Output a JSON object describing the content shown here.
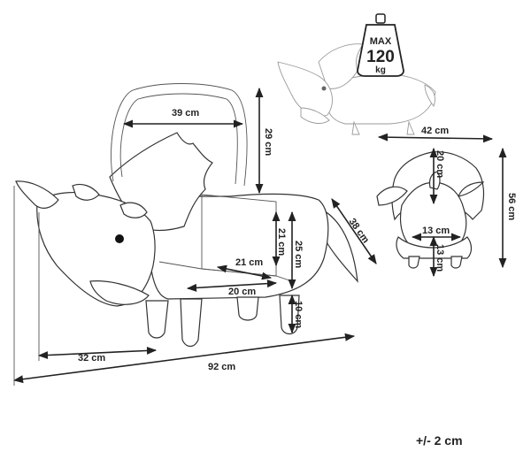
{
  "dimensions": {
    "handle_width": "39 cm",
    "handle_height": "29 cm",
    "front_length": "32 cm",
    "total_length": "92 cm",
    "depth_diagonal": "38 cm",
    "seat_depth": "21 cm",
    "seat_width": "20 cm",
    "seat_inner_height": "21 cm",
    "body_height": "25 cm",
    "leg_height": "10 cm",
    "front_width": "42 cm",
    "total_height": "56 cm",
    "crest_height": "20 cm",
    "face_width": "13 cm",
    "face_height": "13 cm"
  },
  "weight_badge": {
    "line1": "MAX",
    "line2": "120",
    "line3": "kg"
  },
  "tolerance": "+/- 2 cm"
}
